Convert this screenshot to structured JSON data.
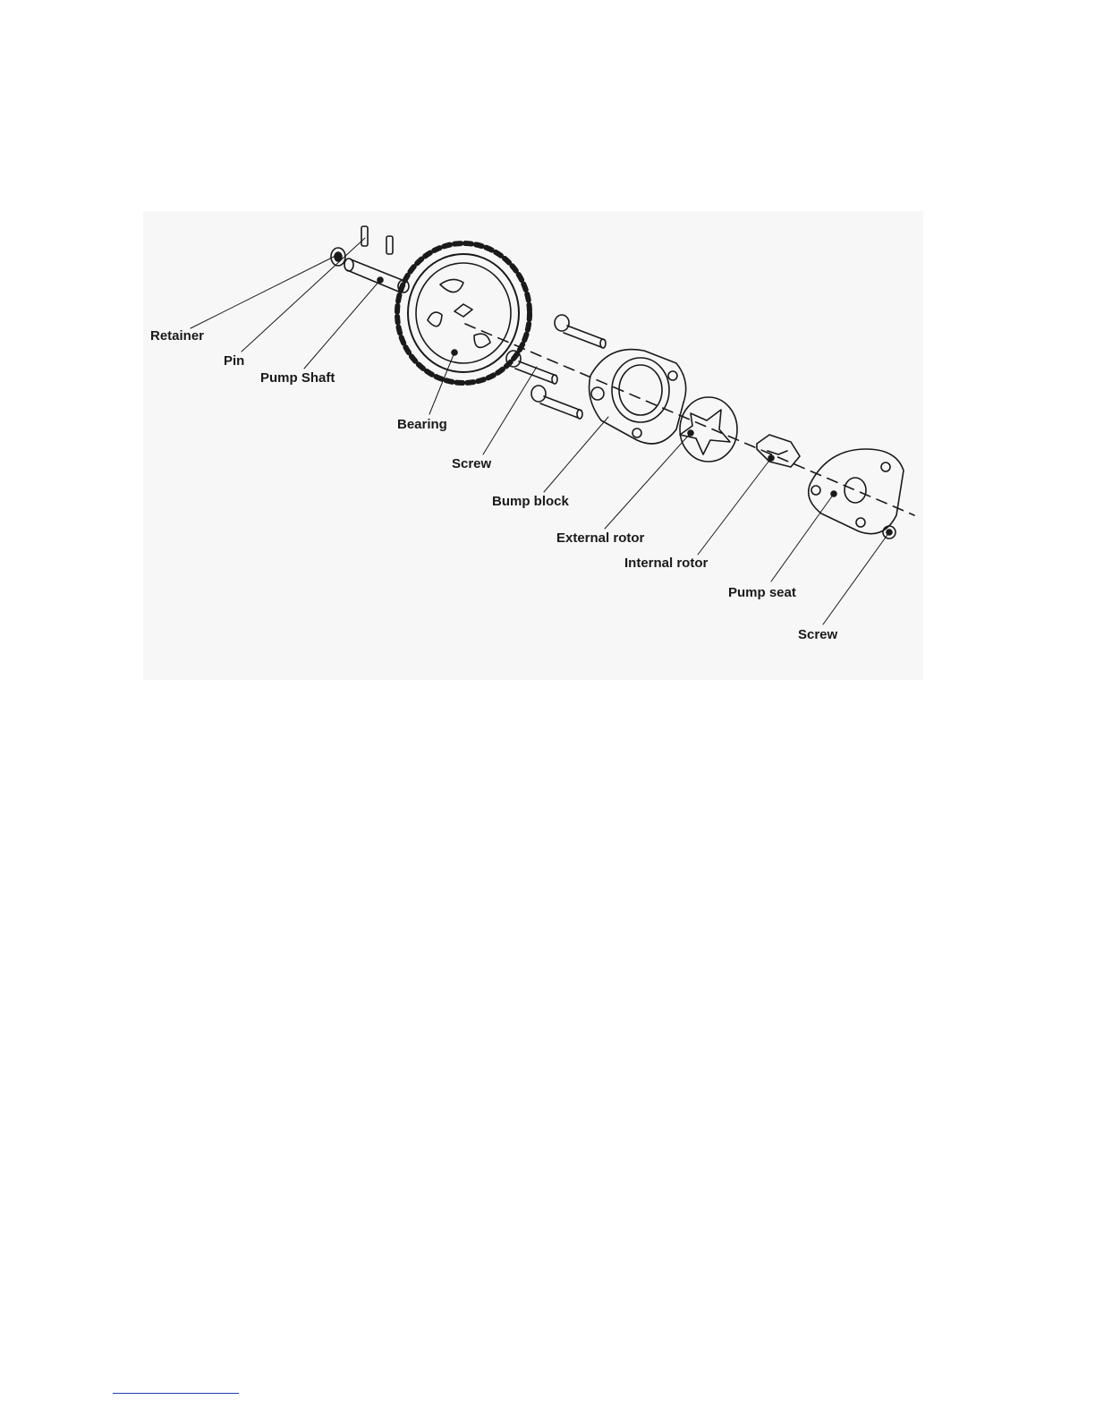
{
  "diagram": {
    "labels": {
      "retainer": "Retainer",
      "pin": "Pin",
      "pump_shaft": "Pump Shaft",
      "bearing": "Bearing",
      "screw_upper": "Screw",
      "bump_block": "Bump block",
      "external_rotor": "External rotor",
      "internal_rotor": "Internal rotor",
      "pump_seat": "Pump seat",
      "screw_lower": "Screw"
    }
  },
  "colors": {
    "panel_background": "#f7f7f7",
    "line_art": "#1a1a1a",
    "footnote_rule": "#1f3fb0"
  }
}
